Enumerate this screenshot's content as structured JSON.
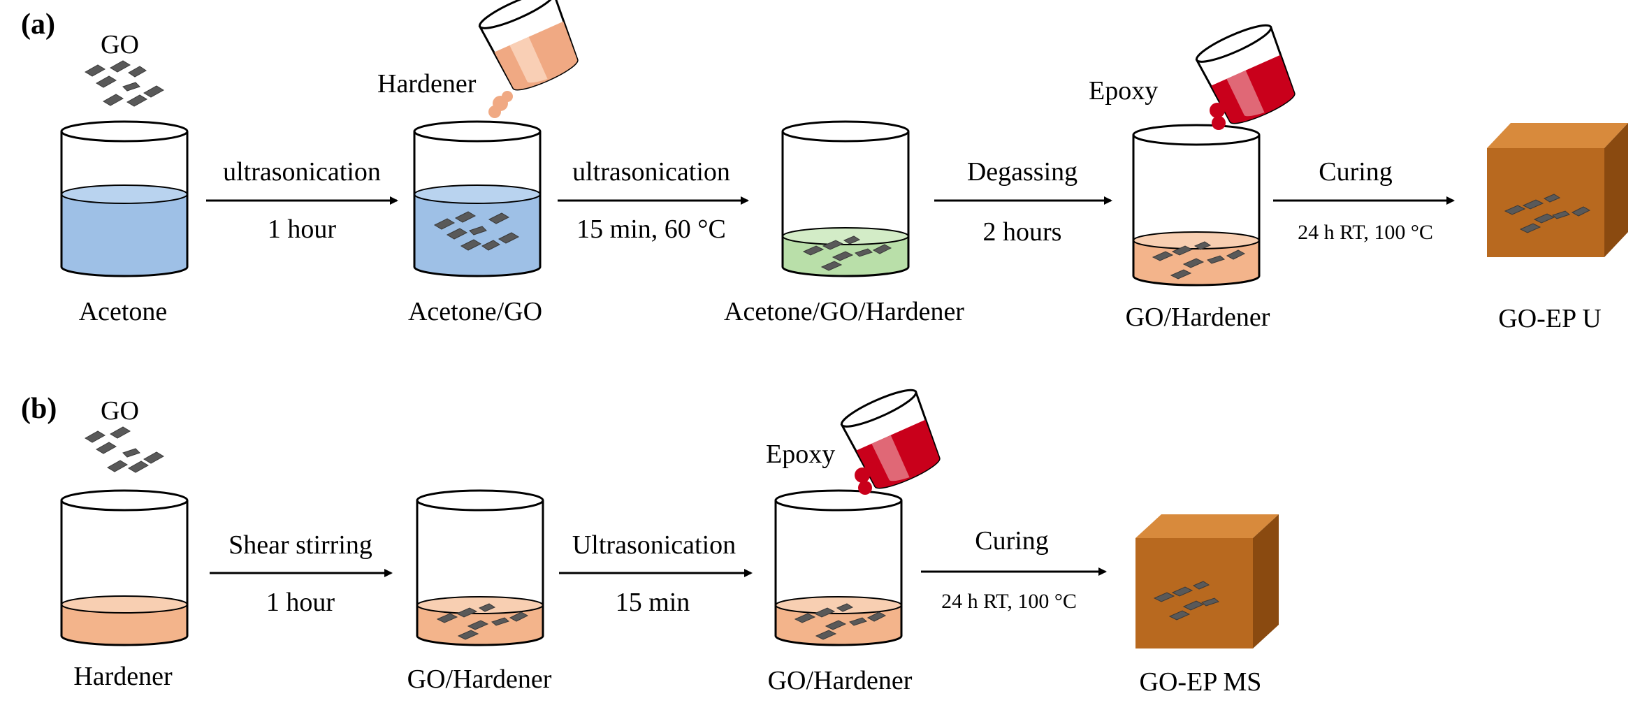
{
  "colors": {
    "acetone": "#9ec0e6",
    "acetone_top": "#b9d3ef",
    "acetone_go_hardener": "#b9dfa9",
    "acetone_go_hardener_top": "#d3ecc7",
    "hardener": "#f3b48b",
    "hardener_top": "#f8cfb2",
    "epoxy": "#c9001b",
    "epoxy_light": "#e47a86",
    "hardener_pour": "#f0a983",
    "hardener_pour_light": "#fbd8c2",
    "flake": "#595959",
    "cube_front": "#b8691f",
    "cube_top": "#d88a3c",
    "cube_side": "#8a4a10"
  },
  "panel_a": {
    "label": "(a)",
    "go_label": "GO",
    "vessels": [
      {
        "label": "Acetone",
        "liquid": "acetone"
      },
      {
        "label": "Acetone/GO",
        "liquid": "acetone",
        "pour_label": "Hardener",
        "pour": "hardener"
      },
      {
        "label": "Acetone/GO/Hardener",
        "liquid": "acetone_go_hardener"
      },
      {
        "label": "GO/Hardener",
        "liquid": "hardener",
        "pour_label": "Epoxy",
        "pour": "epoxy"
      }
    ],
    "steps": [
      {
        "top": "ultrasonication",
        "bottom": "1 hour"
      },
      {
        "top": "ultrasonication",
        "bottom": "15 min, 60 °C"
      },
      {
        "top": "Degassing",
        "bottom": "2 hours"
      },
      {
        "top": "Curing",
        "bottom": "24 h RT, 100 °C"
      }
    ],
    "product": "GO-EP U"
  },
  "panel_b": {
    "label": "(b)",
    "go_label": "GO",
    "vessels": [
      {
        "label": "Hardener",
        "liquid": "hardener"
      },
      {
        "label": "GO/Hardener",
        "liquid": "hardener"
      },
      {
        "label": "GO/Hardener",
        "liquid": "hardener",
        "pour_label": "Epoxy",
        "pour": "epoxy"
      }
    ],
    "steps": [
      {
        "top": "Shear stirring",
        "bottom": "1 hour"
      },
      {
        "top": "Ultrasonication",
        "bottom": "15 min"
      },
      {
        "top": "Curing",
        "bottom": "24 h RT, 100 °C"
      }
    ],
    "product": "GO-EP MS"
  }
}
